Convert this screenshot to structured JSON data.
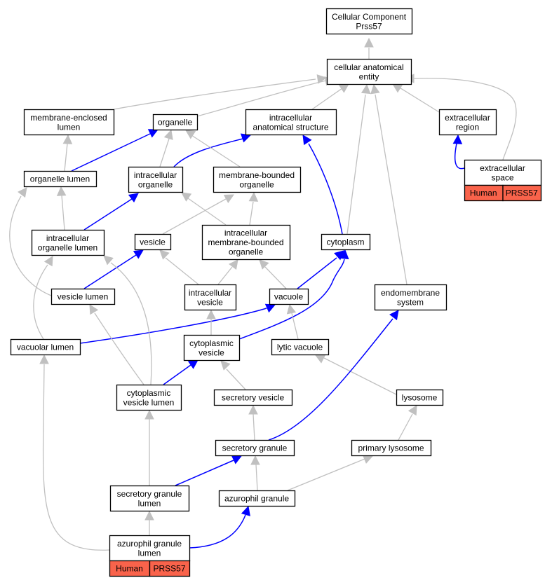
{
  "colors": {
    "background": "#ffffff",
    "node_fill": "#ffffff",
    "node_stroke": "#000000",
    "edge_gray": "#c0c0c0",
    "edge_blue": "#0000ff",
    "badge_fill": "#f9634b"
  },
  "nodes": {
    "root": [
      "Cellular Component",
      "Prss57"
    ],
    "cae": [
      "cellular anatomical",
      "entity"
    ],
    "mel": [
      "membrane-enclosed",
      "lumen"
    ],
    "org": [
      "organelle"
    ],
    "ias": [
      "intracellular",
      "anatomical structure"
    ],
    "extr": [
      "extracellular",
      "region"
    ],
    "exsp": [
      "extracellular",
      "space"
    ],
    "orgl": [
      "organelle lumen"
    ],
    "iorg": [
      "intracellular",
      "organelle"
    ],
    "mbo": [
      "membrane-bounded",
      "organelle"
    ],
    "iol": [
      "intracellular",
      "organelle lumen"
    ],
    "vesicle": [
      "vesicle"
    ],
    "imbo": [
      "intracellular",
      "membrane-bounded",
      "organelle"
    ],
    "cyto": [
      "cytoplasm"
    ],
    "vl": [
      "vesicle lumen"
    ],
    "iv": [
      "intracellular",
      "vesicle"
    ],
    "vac": [
      "vacuole"
    ],
    "ems": [
      "endomembrane",
      "system"
    ],
    "vacl": [
      "vacuolar lumen"
    ],
    "cv": [
      "cytoplasmic",
      "vesicle"
    ],
    "lv": [
      "lytic vacuole"
    ],
    "cvl": [
      "cytoplasmic",
      "vesicle lumen"
    ],
    "sv": [
      "secretory vesicle"
    ],
    "lys": [
      "lysosome"
    ],
    "sg": [
      "secretory granule"
    ],
    "pl": [
      "primary lysosome"
    ],
    "sgl": [
      "secretory granule",
      "lumen"
    ],
    "ag": [
      "azurophil granule"
    ],
    "agl": [
      "azurophil granule",
      "lumen"
    ]
  },
  "badges": {
    "exsp": {
      "species": "Human",
      "gene": "PRSS57"
    },
    "agl": {
      "species": "Human",
      "gene": "PRSS57"
    }
  },
  "edges": [
    {
      "from": "cae",
      "to": "root",
      "kind": "is_a"
    },
    {
      "from": "mel",
      "to": "cae",
      "kind": "is_a"
    },
    {
      "from": "org",
      "to": "cae",
      "kind": "is_a"
    },
    {
      "from": "ias",
      "to": "cae",
      "kind": "is_a"
    },
    {
      "from": "extr",
      "to": "cae",
      "kind": "is_a"
    },
    {
      "from": "exsp",
      "to": "cae",
      "kind": "is_a"
    },
    {
      "from": "exsp",
      "to": "extr",
      "kind": "part_of"
    },
    {
      "from": "orgl",
      "to": "mel",
      "kind": "is_a"
    },
    {
      "from": "orgl",
      "to": "org",
      "kind": "part_of"
    },
    {
      "from": "iorg",
      "to": "org",
      "kind": "is_a"
    },
    {
      "from": "iorg",
      "to": "ias",
      "kind": "part_of"
    },
    {
      "from": "mbo",
      "to": "org",
      "kind": "is_a"
    },
    {
      "from": "iol",
      "to": "orgl",
      "kind": "is_a"
    },
    {
      "from": "iol",
      "to": "iorg",
      "kind": "part_of"
    },
    {
      "from": "vesicle",
      "to": "mbo",
      "kind": "is_a"
    },
    {
      "from": "imbo",
      "to": "iorg",
      "kind": "is_a"
    },
    {
      "from": "imbo",
      "to": "mbo",
      "kind": "is_a"
    },
    {
      "from": "cyto",
      "to": "cae",
      "kind": "is_a"
    },
    {
      "from": "cyto",
      "to": "ias",
      "kind": "part_of"
    },
    {
      "from": "vl",
      "to": "orgl",
      "kind": "is_a"
    },
    {
      "from": "vl",
      "to": "vesicle",
      "kind": "part_of"
    },
    {
      "from": "iv",
      "to": "vesicle",
      "kind": "is_a"
    },
    {
      "from": "iv",
      "to": "imbo",
      "kind": "is_a"
    },
    {
      "from": "vac",
      "to": "imbo",
      "kind": "is_a"
    },
    {
      "from": "vac",
      "to": "cyto",
      "kind": "part_of"
    },
    {
      "from": "ems",
      "to": "cae",
      "kind": "is_a"
    },
    {
      "from": "vacl",
      "to": "iol",
      "kind": "is_a"
    },
    {
      "from": "vacl",
      "to": "vac",
      "kind": "part_of"
    },
    {
      "from": "cv",
      "to": "iv",
      "kind": "is_a"
    },
    {
      "from": "cv",
      "to": "cyto",
      "kind": "part_of"
    },
    {
      "from": "lv",
      "to": "vac",
      "kind": "is_a"
    },
    {
      "from": "cvl",
      "to": "vl",
      "kind": "is_a"
    },
    {
      "from": "cvl",
      "to": "iol",
      "kind": "is_a"
    },
    {
      "from": "cvl",
      "to": "cv",
      "kind": "part_of"
    },
    {
      "from": "sv",
      "to": "cv",
      "kind": "is_a"
    },
    {
      "from": "lys",
      "to": "lv",
      "kind": "is_a"
    },
    {
      "from": "sg",
      "to": "sv",
      "kind": "is_a"
    },
    {
      "from": "sg",
      "to": "ems",
      "kind": "part_of"
    },
    {
      "from": "pl",
      "to": "lys",
      "kind": "is_a"
    },
    {
      "from": "sgl",
      "to": "cvl",
      "kind": "is_a"
    },
    {
      "from": "sgl",
      "to": "sg",
      "kind": "part_of"
    },
    {
      "from": "ag",
      "to": "sg",
      "kind": "is_a"
    },
    {
      "from": "ag",
      "to": "pl",
      "kind": "is_a"
    },
    {
      "from": "agl",
      "to": "sgl",
      "kind": "is_a"
    },
    {
      "from": "agl",
      "to": "vacl",
      "kind": "is_a"
    },
    {
      "from": "agl",
      "to": "ag",
      "kind": "part_of"
    }
  ]
}
